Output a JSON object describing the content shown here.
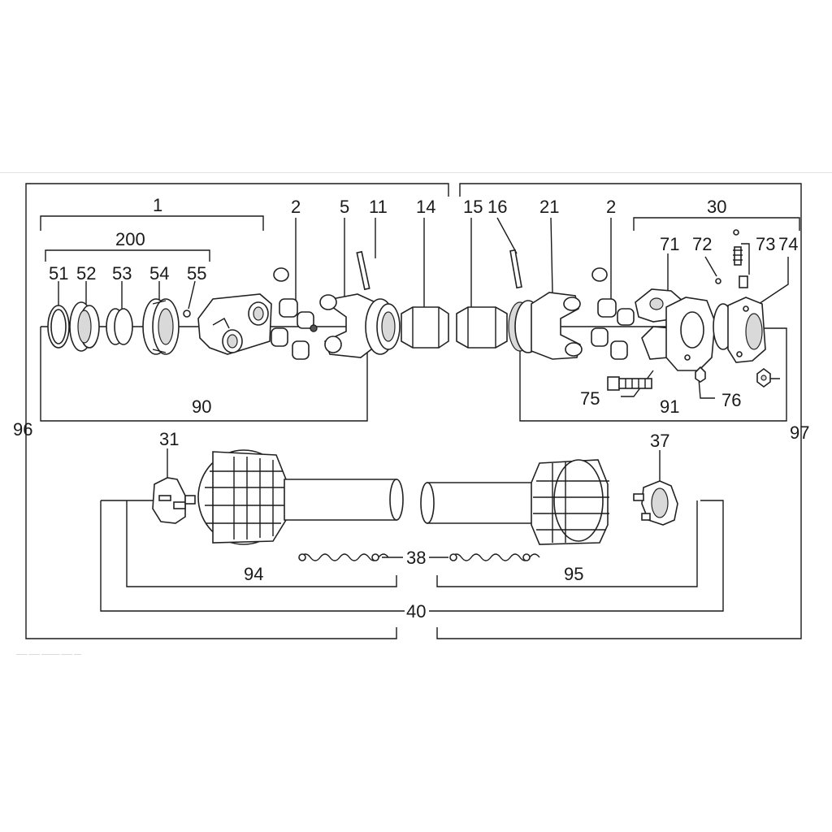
{
  "diagram": {
    "labels": {
      "l1": "1",
      "l200": "200",
      "l51": "51",
      "l52": "52",
      "l53": "53",
      "l54": "54",
      "l55": "55",
      "l2a": "2",
      "l5": "5",
      "l11": "11",
      "l14": "14",
      "l15": "15",
      "l16": "16",
      "l21": "21",
      "l2b": "2",
      "l30": "30",
      "l71": "71",
      "l72": "72",
      "l73": "73",
      "l74": "74",
      "l75": "75",
      "l76": "76",
      "l90": "90",
      "l91": "91",
      "l96": "96",
      "l97": "97",
      "l31": "31",
      "l37": "37",
      "l38": "38",
      "l94": "94",
      "l95": "95",
      "l40": "40"
    },
    "footer_text": "___ ___ _____ ___ __"
  }
}
